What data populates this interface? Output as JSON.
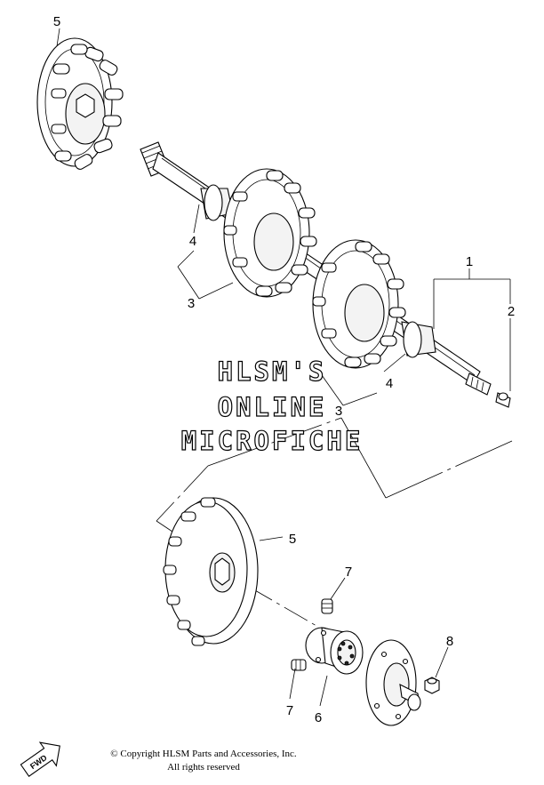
{
  "callouts": {
    "c1": "1",
    "c2": "2",
    "c3a": "3",
    "c3b": "3",
    "c4a": "4",
    "c4b": "4",
    "c5a": "5",
    "c5b": "5",
    "c6": "6",
    "c7a": "7",
    "c7b": "7",
    "c8": "8"
  },
  "watermark": {
    "line1": "HLSM'S",
    "line2": "ONLINE",
    "line3": "MICROFICHE"
  },
  "copyright": {
    "line1": "© Copyright HLSM Parts and Accessories, Inc.",
    "line2": "All rights reserved"
  },
  "fwd_label": "FWD"
}
